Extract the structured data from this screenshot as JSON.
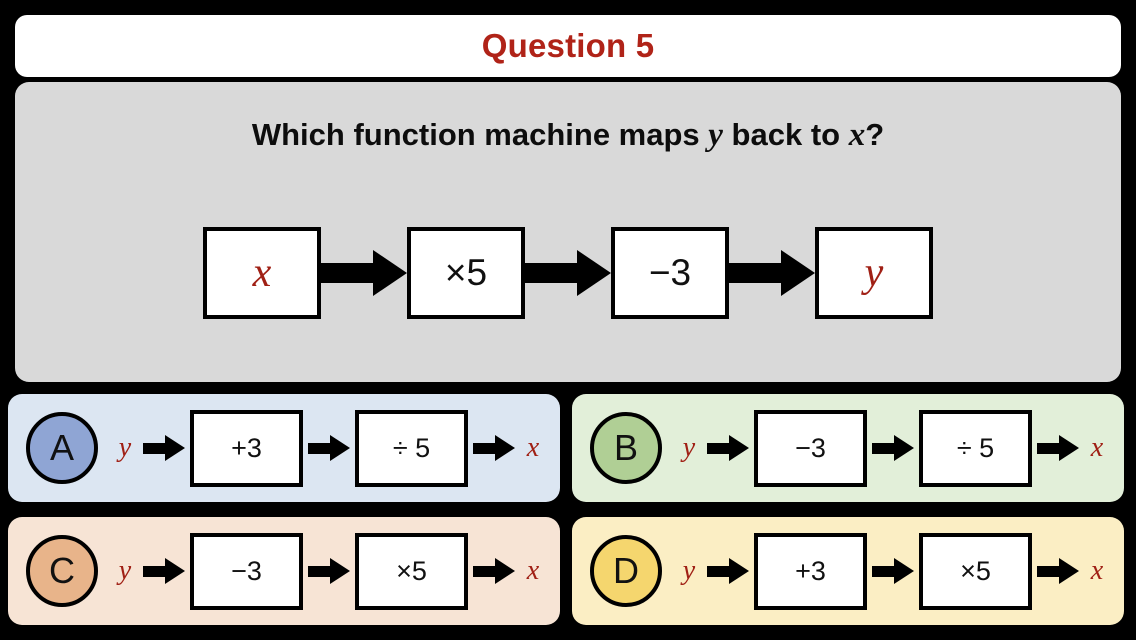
{
  "header": {
    "title": "Question 5",
    "title_color": "#b02318"
  },
  "question": {
    "prefix": "Which function machine maps ",
    "var1": "y",
    "middle": " back to ",
    "var2": "x",
    "suffix": "?",
    "panel_color": "#d9d9d9"
  },
  "main_chain": {
    "input_label": "x",
    "output_label": "y",
    "steps": [
      "×5",
      "−3"
    ],
    "var_color": "#a02015"
  },
  "options": [
    {
      "letter": "A",
      "panel_color": "#dce6f2",
      "badge_color": "#8fa5d4",
      "input_label": "y",
      "output_label": "x",
      "steps": [
        "+3",
        "÷ 5"
      ]
    },
    {
      "letter": "B",
      "panel_color": "#e2efd9",
      "badge_color": "#b0cf95",
      "input_label": "y",
      "output_label": "x",
      "steps": [
        "−3",
        "÷ 5"
      ]
    },
    {
      "letter": "C",
      "panel_color": "#f7e4d5",
      "badge_color": "#e8b48a",
      "input_label": "y",
      "output_label": "x",
      "steps": [
        "−3",
        "×5"
      ]
    },
    {
      "letter": "D",
      "panel_color": "#fbeec4",
      "badge_color": "#f5d66e",
      "input_label": "y",
      "output_label": "x",
      "steps": [
        "+3",
        "×5"
      ]
    }
  ]
}
